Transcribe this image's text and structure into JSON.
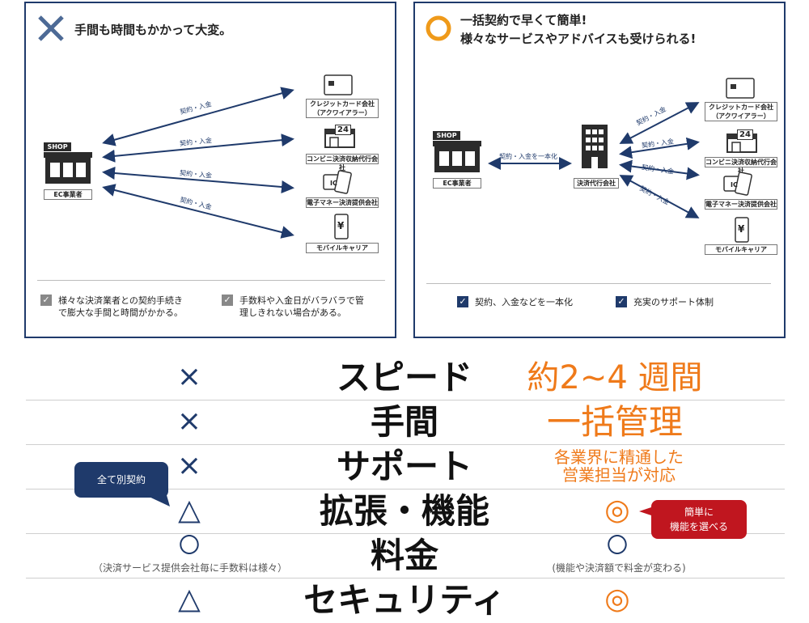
{
  "left_panel": {
    "title": "手間も時間もかかって大変。",
    "shop_sign": "SHOP",
    "shop_label": "EC事業者",
    "arrow_label": "契約・入金",
    "services": [
      {
        "label": "クレジットカード会社\n（アクワイアラー）"
      },
      {
        "label": "コンビニ決済収納代行会社"
      },
      {
        "label": "電子マネー決済提供会社"
      },
      {
        "label": "モバイルキャリア"
      }
    ],
    "store_number": "24",
    "ic_text": "IC",
    "yen": "¥",
    "checks": [
      {
        "text": "様々な決済業者との契約手続き\nで膨大な手間と時間がかかる。"
      },
      {
        "text": "手数料や入金日がバラバラで管\n理しきれない場合がある。"
      }
    ]
  },
  "right_panel": {
    "title_line1": "一括契約で早くて簡単!",
    "title_line2": "様々なサービスやアドバイスも受けられる!",
    "shop_sign": "SHOP",
    "shop_label": "EC事業者",
    "middle_arrow_label": "契約・入金を一本化",
    "agent_label": "決済代行会社",
    "arrow_label": "契約・入金",
    "services": [
      {
        "label": "クレジットカード会社\n（アクワイアラー）"
      },
      {
        "label": "コンビニ決済収納代行会社"
      },
      {
        "label": "電子マネー決済提供会社"
      },
      {
        "label": "モバイルキャリア"
      }
    ],
    "store_number": "24",
    "ic_text": "IC",
    "yen": "¥",
    "checks": [
      {
        "text": "契約、入金などを一本化"
      },
      {
        "text": "充実のサポート体制"
      }
    ]
  },
  "comparison": {
    "rows": [
      {
        "category": "スピード",
        "left_mark": "×",
        "right_text": "約2~4 週間"
      },
      {
        "category": "手間",
        "left_mark": "×",
        "right_text": "一括管理"
      },
      {
        "category": "サポート",
        "left_mark": "×",
        "right_text_line1": "各業界に精通した",
        "right_text_line2": "営業担当が対応"
      },
      {
        "category": "拡張・機能",
        "left_mark": "△",
        "right_mark": "◎"
      },
      {
        "category": "料金",
        "left_mark": "〇",
        "left_note": "（決済サービス提供会社毎に手数料は様々）",
        "right_mark": "〇",
        "right_note": "(機能や決済額で料金が変わる)"
      },
      {
        "category": "セキュリティ",
        "left_mark": "△",
        "right_mark": "◎"
      }
    ],
    "left_bubble": "全て別契約",
    "right_bubble_line1": "簡単に",
    "right_bubble_line2": "機能を選べる"
  },
  "colors": {
    "navy": "#1f3a6b",
    "orange": "#ef7a1a",
    "red": "#c0161f"
  }
}
